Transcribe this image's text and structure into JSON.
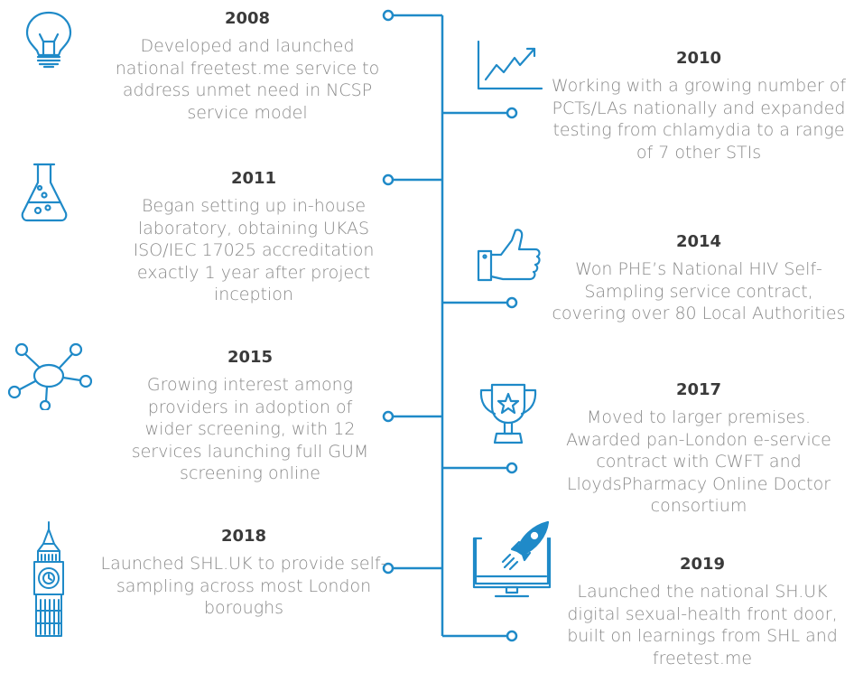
{
  "accent_color": "#1f8ac8",
  "events": [
    {
      "year": "2008",
      "text": "Developed and launched national freetest.me service to address unmet need in NCSP service model",
      "icon": "lightbulb-icon"
    },
    {
      "year": "2010",
      "text": "Working with a growing number of PCTs/LAs nationally and expanded testing from chlamydia to a range of 7 other STIs",
      "icon": "chart-growth-icon"
    },
    {
      "year": "2011",
      "text": "Began setting up in-house laboratory, obtaining UKAS ISO/IEC 17025 accreditation exactly 1 year after project inception",
      "icon": "lab-flask-icon"
    },
    {
      "year": "2014",
      "text": "Won PHE’s National HIV Self-Sampling service contract, covering over 80 Local Authorities",
      "icon": "thumbs-up-icon"
    },
    {
      "year": "2015",
      "text": "Growing interest among providers in adoption of wider screening, with 12 services launching full GUM screening online",
      "icon": "network-icon"
    },
    {
      "year": "2017",
      "text": "Moved to larger premises. Awarded pan-London e-service contract with CWFT and LloydsPharmacy Online Doctor consortium",
      "icon": "trophy-icon"
    },
    {
      "year": "2018",
      "text": "Launched SHL.UK to provide self-sampling across most London boroughs",
      "icon": "big-ben-icon"
    },
    {
      "year": "2019",
      "text": "Launched the national SH.UK digital sexual-health front door, built on learnings from SHL and freetest.me",
      "icon": "rocket-monitor-icon"
    }
  ]
}
